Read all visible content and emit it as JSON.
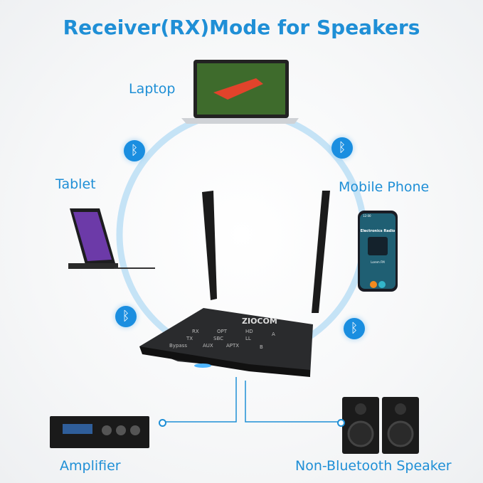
{
  "title": "Receiver(RX)Mode for Speakers",
  "labels": {
    "laptop": "Laptop",
    "tablet": "Tablet",
    "mobile": "Mobile Phone",
    "amplifier": "Amplifier",
    "speaker": "Non-Bluetooth Speaker"
  },
  "bluetooth_symbol": "ᛒ",
  "router": {
    "brand": "ZIOCOM",
    "leds": [
      "RX",
      "TX",
      "Bypass",
      "OPT",
      "SBC",
      "AUX",
      "LL",
      "HD",
      "APTX",
      "A",
      "B"
    ]
  },
  "phone": {
    "time": "12:00",
    "app_title": "Electronics Radio",
    "station": "Lorem FM"
  },
  "colors": {
    "accent": "#1f8fd6",
    "ring": "#c5e3f6"
  }
}
